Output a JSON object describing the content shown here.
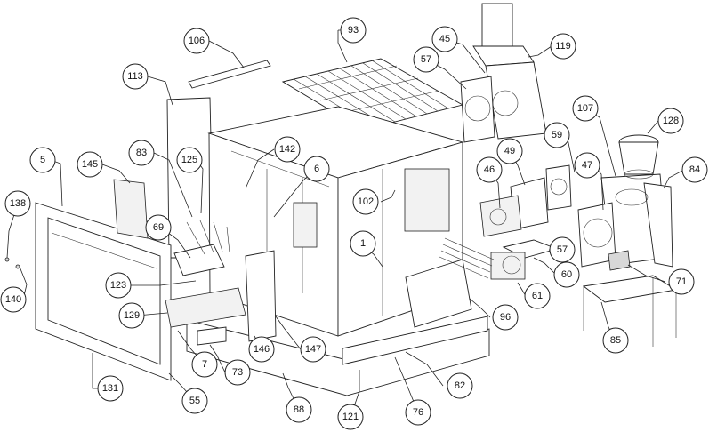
{
  "callouts": [
    {
      "id": "c106",
      "label": "106"
    },
    {
      "id": "c93",
      "label": "93"
    },
    {
      "id": "c45",
      "label": "45"
    },
    {
      "id": "c119",
      "label": "119"
    },
    {
      "id": "c57a",
      "label": "57"
    },
    {
      "id": "c113",
      "label": "113"
    },
    {
      "id": "c107",
      "label": "107"
    },
    {
      "id": "c128",
      "label": "128"
    },
    {
      "id": "c59",
      "label": "59"
    },
    {
      "id": "c83",
      "label": "83"
    },
    {
      "id": "c142",
      "label": "142"
    },
    {
      "id": "c125",
      "label": "125"
    },
    {
      "id": "c49",
      "label": "49"
    },
    {
      "id": "c5",
      "label": "5"
    },
    {
      "id": "c145",
      "label": "145"
    },
    {
      "id": "c6",
      "label": "6"
    },
    {
      "id": "c46",
      "label": "46"
    },
    {
      "id": "c47",
      "label": "47"
    },
    {
      "id": "c84",
      "label": "84"
    },
    {
      "id": "c138",
      "label": "138"
    },
    {
      "id": "c102",
      "label": "102"
    },
    {
      "id": "c69",
      "label": "69"
    },
    {
      "id": "c1",
      "label": "1"
    },
    {
      "id": "c57b",
      "label": "57"
    },
    {
      "id": "c60",
      "label": "60"
    },
    {
      "id": "c140",
      "label": "140"
    },
    {
      "id": "c123",
      "label": "123"
    },
    {
      "id": "c71",
      "label": "71"
    },
    {
      "id": "c61",
      "label": "61"
    },
    {
      "id": "c129",
      "label": "129"
    },
    {
      "id": "c96",
      "label": "96"
    },
    {
      "id": "c85",
      "label": "85"
    },
    {
      "id": "c146",
      "label": "146"
    },
    {
      "id": "c147",
      "label": "147"
    },
    {
      "id": "c7",
      "label": "7"
    },
    {
      "id": "c73",
      "label": "73"
    },
    {
      "id": "c131",
      "label": "131"
    },
    {
      "id": "c82",
      "label": "82"
    },
    {
      "id": "c55",
      "label": "55"
    },
    {
      "id": "c88",
      "label": "88"
    },
    {
      "id": "c76",
      "label": "76"
    },
    {
      "id": "c121",
      "label": "121"
    }
  ]
}
